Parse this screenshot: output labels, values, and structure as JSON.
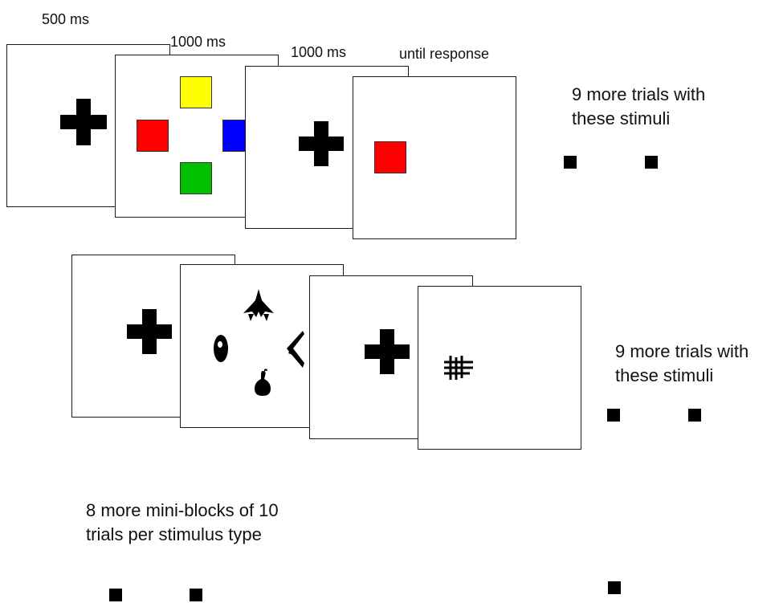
{
  "timeline": {
    "durations": {
      "fixation": "500 ms",
      "array": "1000 ms",
      "second_fixation": "1000 ms",
      "probe": "until response"
    }
  },
  "stimuli": {
    "colors": {
      "yellow": "#ffff00",
      "red": "#ff0000",
      "blue": "#0000ff",
      "green": "#00c000",
      "probe": "#ff0000"
    }
  },
  "notes": {
    "block1_line1": "9 more trials with",
    "block1_line2": "these stimuli",
    "block2_line1": "9 more trials with",
    "block2_line2": "these stimuli",
    "final_line1": "8 more mini-blocks of 10",
    "final_line2": "trials per stimulus type"
  },
  "icons": {
    "fixation": "fixation-cross-icon",
    "ellipsis": "ellipsis-dot-icon"
  }
}
